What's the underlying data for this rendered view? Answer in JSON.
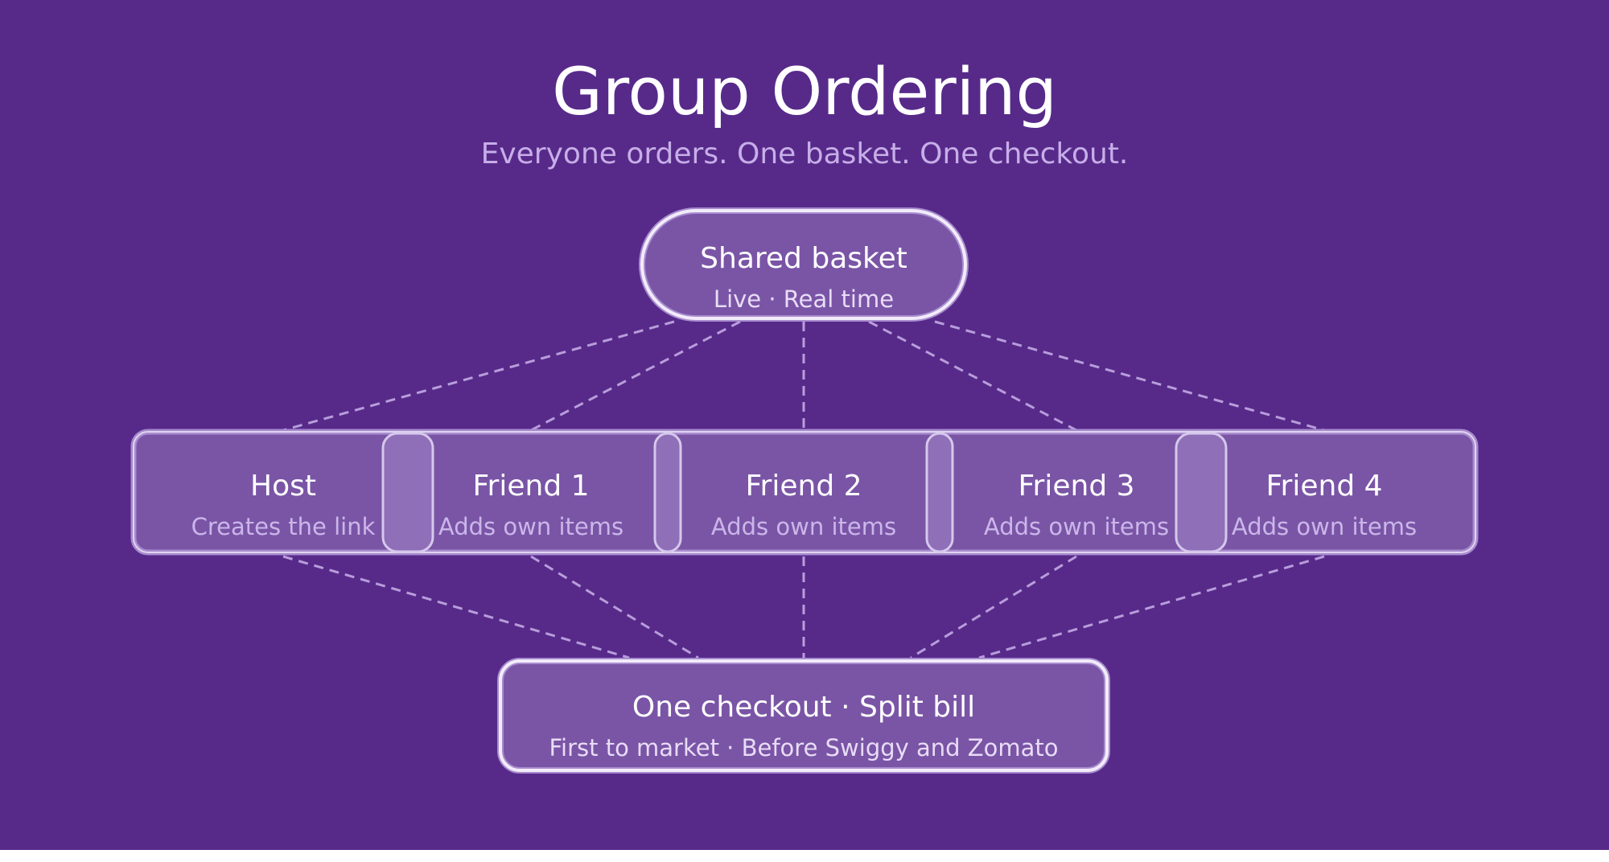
{
  "title": "Group Ordering",
  "subtitle": "Everyone orders. One basket. One checkout.",
  "shared_basket": {
    "label": "Shared basket",
    "sublabel": "Live · Real time"
  },
  "participants": [
    {
      "label": "Host",
      "sublabel": "Creates the link"
    },
    {
      "label": "Friend 1",
      "sublabel": "Adds own items"
    },
    {
      "label": "Friend 2",
      "sublabel": "Adds own items"
    },
    {
      "label": "Friend 3",
      "sublabel": "Adds own items"
    },
    {
      "label": "Friend 4",
      "sublabel": "Adds own items"
    }
  ],
  "checkout": {
    "label": "One checkout · Split bill",
    "sublabel": "First to market · Before Swiggy and Zomato"
  },
  "colors": {
    "background": "#572a8a",
    "node_fill": "#7a55a6",
    "node_stroke": "#e6dcf3",
    "connector": "#b89ddb"
  }
}
